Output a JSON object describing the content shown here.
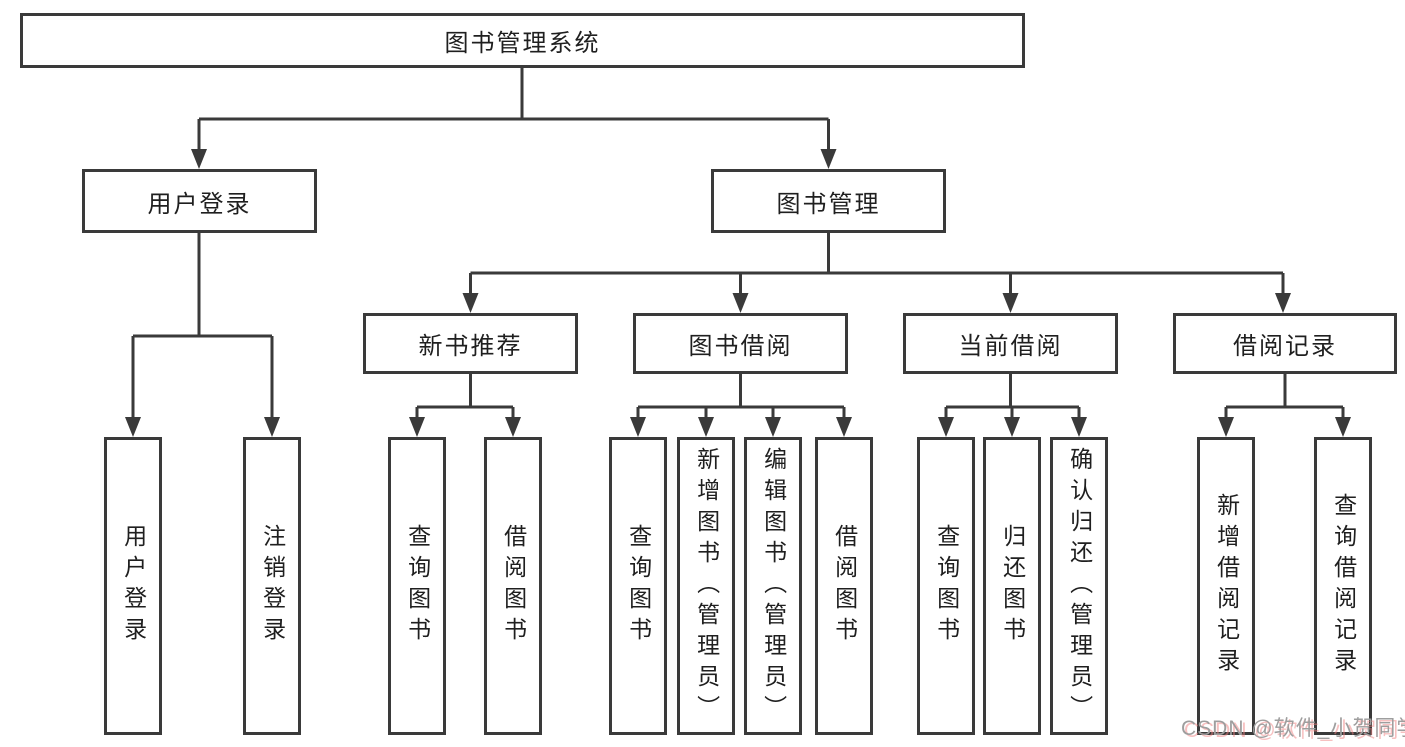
{
  "diagram": {
    "root": {
      "label": "图书管理系统"
    },
    "user_login": {
      "label": "用户登录",
      "children": {
        "login": "用户登录",
        "logout": "注销登录"
      }
    },
    "book_mgmt": {
      "label": "图书管理",
      "new_book_rec": {
        "label": "新书推荐",
        "children": {
          "query_books": "查询图书",
          "borrow_books": "借阅图书"
        }
      },
      "book_borrow": {
        "label": "图书借阅",
        "children": {
          "query_books": "查询图书",
          "add_books": "新增图书（管理员）",
          "edit_books": "编辑图书（管理员）",
          "borrow_books": "借阅图书"
        }
      },
      "current_borrow": {
        "label": "当前借阅",
        "children": {
          "query_books": "查询图书",
          "return_books": "归还图书",
          "confirm_return": "确认归还（管理员）"
        }
      },
      "borrow_records": {
        "label": "借阅记录",
        "children": {
          "add_record": "新增借阅记录",
          "query_record": "查询借阅记录"
        }
      }
    }
  },
  "watermark": {
    "text": "CSDN @软件_小贺同学"
  },
  "colors": {
    "background": "#ffffff",
    "line": "#3a3a3a",
    "box_border": "#3a3a3a",
    "text": "#1f1f1f",
    "watermark": "#9e9e9e",
    "watermark_shadow": "#f08282"
  }
}
